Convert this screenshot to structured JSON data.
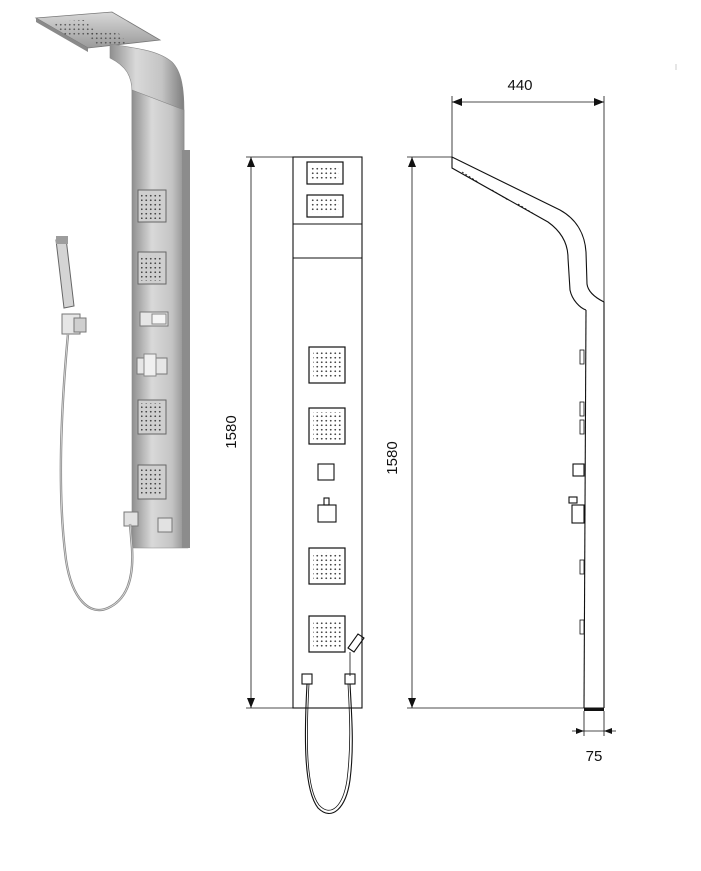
{
  "dimensions": {
    "front_height": "1580",
    "side_height": "1580",
    "head_projection": "440",
    "panel_depth": "75"
  },
  "colors": {
    "steel_light": "#e2e2e2",
    "steel_mid": "#b8b8b8",
    "steel_dark": "#7a7a7a",
    "line": "#111111"
  },
  "icons": {
    "photo": "shower-panel-photo",
    "front_view": "front-elevation",
    "side_view": "side-elevation"
  }
}
